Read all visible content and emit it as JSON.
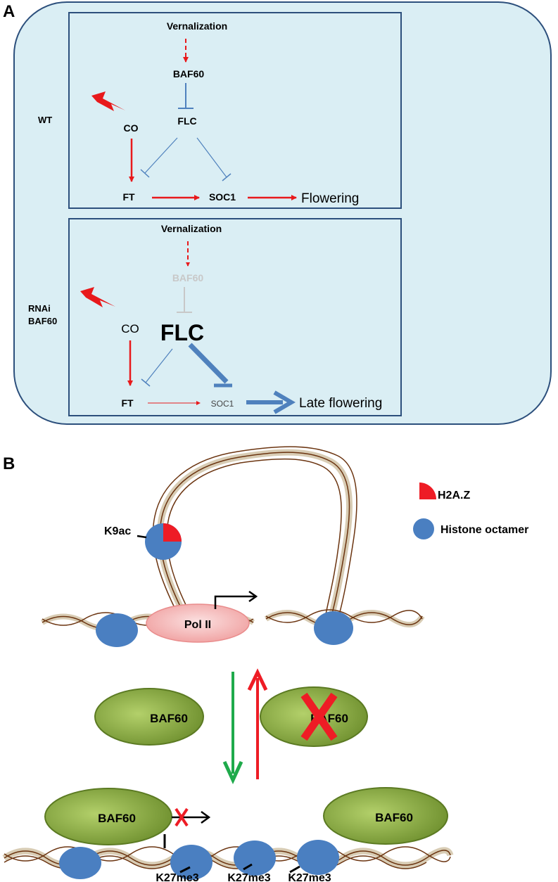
{
  "panel_a": {
    "label": "A",
    "wt": {
      "side_label": "WT",
      "vernalization": "Vernalization",
      "baf60": "BAF60",
      "flc": "FLC",
      "co": "CO",
      "ft": "FT",
      "soc1": "SOC1",
      "outcome": "Flowering"
    },
    "rnai": {
      "side_label_line1": "RNAi",
      "side_label_line2": "BAF60",
      "vernalization": "Vernalization",
      "baf60": "BAF60",
      "flc": "FLC",
      "co": "CO",
      "ft": "FT",
      "soc1": "SOC1",
      "outcome": "Late flowering"
    }
  },
  "panel_b": {
    "label": "B",
    "legend": {
      "h2az": "H2A.Z",
      "histone": "Histone octamer"
    },
    "top": {
      "k9ac": "K9ac",
      "pol2": "Pol II"
    },
    "middle": {
      "baf60_left": "BAF60",
      "baf60_right": "BAF60"
    },
    "bottom": {
      "baf60_left": "BAF60",
      "baf60_right": "BAF60",
      "k27_1": "K27me3",
      "k27_2": "K27me3",
      "k27_3": "K27me3"
    }
  },
  "colors": {
    "panel_bg": "#daeef4",
    "panel_border": "#2c4f7c",
    "activation": "#e8191b",
    "repression": "#4f81bd",
    "faded": "#c8c8c8",
    "baf60_fill": "#8fb34a",
    "histone": "#4a7fc1",
    "h2az": "#ee1c25",
    "dna": "#6b3410",
    "dna_fill": "#d8ccb4",
    "green_arrow": "#1faa4b"
  }
}
